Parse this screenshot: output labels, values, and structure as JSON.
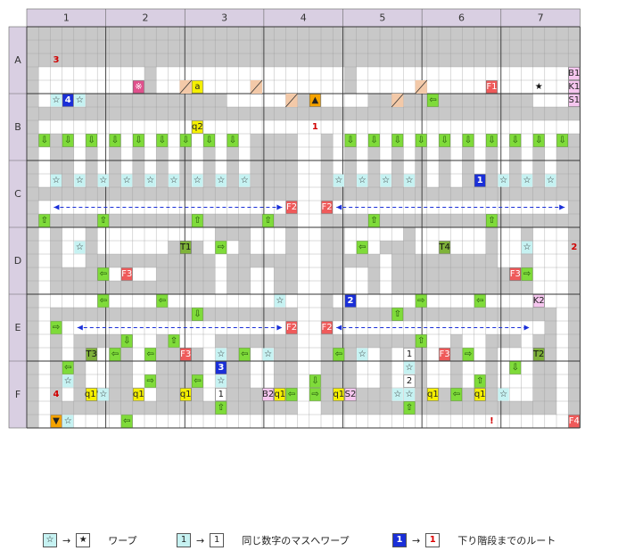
{
  "columns": [
    "1",
    "2",
    "3",
    "4",
    "5",
    "6",
    "7"
  ],
  "rows": [
    "A",
    "B",
    "C",
    "D",
    "E",
    "F"
  ],
  "markers": [
    {
      "id": "m-3",
      "text": "3",
      "col": 2,
      "row": 2,
      "kind": "red-num"
    },
    {
      "id": "m-x",
      "text": "※",
      "col": 9,
      "row": 4,
      "kind": "pink"
    },
    {
      "id": "m-a",
      "text": "a",
      "col": 14,
      "row": 4,
      "kind": "yellow"
    },
    {
      "id": "m-F1",
      "text": "F1",
      "col": 39,
      "row": 4,
      "kind": "red"
    },
    {
      "id": "m-star-black",
      "text": "★",
      "col": 43,
      "row": 4,
      "kind": "plain"
    },
    {
      "id": "m-B1",
      "text": "B1",
      "col": 46,
      "row": 3,
      "kind": "pinklabel"
    },
    {
      "id": "m-K1",
      "text": "K1",
      "col": 46,
      "row": 4,
      "kind": "pinklabel"
    },
    {
      "id": "m-S1",
      "text": "S1",
      "col": 46,
      "row": 5,
      "kind": "pinklabel"
    },
    {
      "id": "m-blue4",
      "text": "4",
      "col": 3,
      "row": 5,
      "kind": "blue"
    },
    {
      "id": "m-stairs-up",
      "text": "▲",
      "col": 24,
      "row": 5,
      "kind": "orange"
    },
    {
      "id": "m-q2",
      "text": "q2",
      "col": 14,
      "row": 7,
      "kind": "yellow"
    },
    {
      "id": "m-r1",
      "text": "1",
      "col": 24,
      "row": 7,
      "kind": "red-num"
    },
    {
      "id": "m-blue1",
      "text": "1",
      "col": 38,
      "row": 11,
      "kind": "blue"
    },
    {
      "id": "m-F2a",
      "text": "F2",
      "col": 22,
      "row": 13,
      "kind": "red"
    },
    {
      "id": "m-F2b",
      "text": "F2",
      "col": 25,
      "row": 13,
      "kind": "red"
    },
    {
      "id": "m-T1",
      "text": "T1",
      "col": 13,
      "row": 16,
      "kind": "green"
    },
    {
      "id": "m-T4",
      "text": "T4",
      "col": 35,
      "row": 16,
      "kind": "green"
    },
    {
      "id": "m-r2",
      "text": "2",
      "col": 46,
      "row": 16,
      "kind": "red-num"
    },
    {
      "id": "m-F3a",
      "text": "F3",
      "col": 8,
      "row": 18,
      "kind": "red"
    },
    {
      "id": "m-F3b",
      "text": "F3",
      "col": 41,
      "row": 18,
      "kind": "red"
    },
    {
      "id": "m-blue2",
      "text": "2",
      "col": 27,
      "row": 20,
      "kind": "blue"
    },
    {
      "id": "m-K2",
      "text": "K2",
      "col": 43,
      "row": 20,
      "kind": "pinklabel"
    },
    {
      "id": "m-F2c",
      "text": "F2",
      "col": 22,
      "row": 22,
      "kind": "red"
    },
    {
      "id": "m-F2d",
      "text": "F2",
      "col": 25,
      "row": 22,
      "kind": "red"
    },
    {
      "id": "m-T3",
      "text": "T3",
      "col": 5,
      "row": 24,
      "kind": "green"
    },
    {
      "id": "m-F3c",
      "text": "F3",
      "col": 13,
      "row": 24,
      "kind": "red"
    },
    {
      "id": "m-c1",
      "text": "1",
      "col": 32,
      "row": 24,
      "kind": "plain-box"
    },
    {
      "id": "m-F3d",
      "text": "F3",
      "col": 35,
      "row": 24,
      "kind": "red"
    },
    {
      "id": "m-T2",
      "text": "T2",
      "col": 43,
      "row": 24,
      "kind": "green"
    },
    {
      "id": "m-blue3",
      "text": "3",
      "col": 16,
      "row": 25,
      "kind": "blue"
    },
    {
      "id": "m-c2",
      "text": "2",
      "col": 32,
      "row": 26,
      "kind": "plain-box"
    },
    {
      "id": "m-r4",
      "text": "4",
      "col": 2,
      "row": 27,
      "kind": "red-num"
    },
    {
      "id": "m-q1a",
      "text": "q1'",
      "col": 5,
      "row": 27,
      "kind": "yellow"
    },
    {
      "id": "m-q1b",
      "text": "q1",
      "col": 9,
      "row": 27,
      "kind": "yellow"
    },
    {
      "id": "m-q1c",
      "text": "q1",
      "col": 13,
      "row": 27,
      "kind": "yellow"
    },
    {
      "id": "m-c1b",
      "text": "1",
      "col": 16,
      "row": 27,
      "kind": "plain-box"
    },
    {
      "id": "m-B2",
      "text": "B2",
      "col": 20,
      "row": 27,
      "kind": "pinklabel"
    },
    {
      "id": "m-q1d",
      "text": "q1",
      "col": 21,
      "row": 27,
      "kind": "yellow"
    },
    {
      "id": "m-q1e",
      "text": "q1",
      "col": 26,
      "row": 27,
      "kind": "yellow"
    },
    {
      "id": "m-S2",
      "text": "S2",
      "col": 27,
      "row": 27,
      "kind": "pinklabel"
    },
    {
      "id": "m-q1f",
      "text": "q1",
      "col": 34,
      "row": 27,
      "kind": "yellow"
    },
    {
      "id": "m-q1g",
      "text": "q1",
      "col": 38,
      "row": 27,
      "kind": "yellow"
    },
    {
      "id": "m-stairs-down",
      "text": "▼",
      "col": 2,
      "row": 29,
      "kind": "orange"
    },
    {
      "id": "m-excl",
      "text": "!",
      "col": 39,
      "row": 29,
      "kind": "red-num"
    },
    {
      "id": "m-F4",
      "text": "F4",
      "col": 46,
      "row": 29,
      "kind": "red"
    }
  ],
  "warp_stars": [
    [
      2,
      5
    ],
    [
      4,
      5
    ],
    [
      2,
      11
    ],
    [
      4,
      11
    ],
    [
      6,
      11
    ],
    [
      8,
      11
    ],
    [
      10,
      11
    ],
    [
      12,
      11
    ],
    [
      14,
      11
    ],
    [
      16,
      11
    ],
    [
      18,
      11
    ],
    [
      26,
      11
    ],
    [
      28,
      11
    ],
    [
      30,
      11
    ],
    [
      32,
      11
    ],
    [
      40,
      11
    ],
    [
      42,
      11
    ],
    [
      44,
      11
    ],
    [
      4,
      16
    ],
    [
      42,
      16
    ],
    [
      21,
      20
    ],
    [
      16,
      24
    ],
    [
      20,
      24
    ],
    [
      28,
      24
    ],
    [
      32,
      25
    ],
    [
      16,
      26
    ],
    [
      3,
      26
    ],
    [
      6,
      27
    ],
    [
      31,
      27
    ],
    [
      40,
      27
    ],
    [
      3,
      29
    ],
    [
      16,
      25
    ],
    [
      32,
      27
    ]
  ],
  "legend": {
    "warp_label": "ワープ",
    "warp_from": "☆",
    "warp_to": "★",
    "arrow": "→",
    "same_num_label": "同じ数字のマスへワープ",
    "same_from": "1",
    "same_to": "1",
    "route_label": "下り階段までのルート",
    "route_from": "1",
    "route_to": "1"
  },
  "colors": {
    "wall": "#c8c8c8",
    "floor": "#ffffff",
    "header": "#d9cfe2",
    "arrow": "#7fdb3a",
    "warp": "#c6f2f2",
    "red": "#ef5a5a",
    "yellow": "#f5f000",
    "blue": "#1a2fd8",
    "pink": "#f6c6ef",
    "orange": "#f5a300",
    "green": "#7fb33a"
  }
}
